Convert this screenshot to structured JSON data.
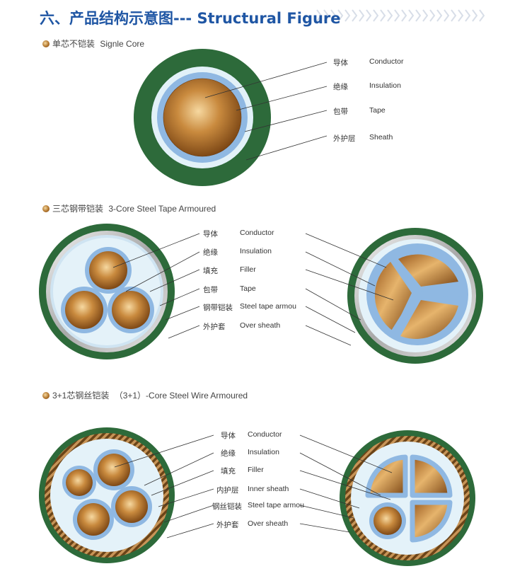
{
  "title": "六、产品结构示意图--- Structural Figure",
  "sections": [
    {
      "cn": "单芯不铠装",
      "en": "Signle Core",
      "labels": [
        {
          "cn": "导体",
          "en": "Conductor"
        },
        {
          "cn": "绝缘",
          "en": "Insulation"
        },
        {
          "cn": "包带",
          "en": "Tape"
        },
        {
          "cn": "外护层",
          "en": "Sheath"
        }
      ]
    },
    {
      "cn": "三芯钢带铠装",
      "en": "3-Core  Steel Tape Armoured",
      "labels": [
        {
          "cn": "导体",
          "en": "Conductor"
        },
        {
          "cn": "绝缘",
          "en": "Insulation"
        },
        {
          "cn": "填充",
          "en": "Filler"
        },
        {
          "cn": "包带",
          "en": "Tape"
        },
        {
          "cn": "钢带铠装",
          "en": "Steel tape armou"
        },
        {
          "cn": "外护套",
          "en": "Over sheath"
        }
      ]
    },
    {
      "cn": "3+1芯钢丝铠装",
      "en": "（3+1）-Core Steel Wire Armoured",
      "labels": [
        {
          "cn": "导体",
          "en": "Conductor"
        },
        {
          "cn": "绝缘",
          "en": "Insulation"
        },
        {
          "cn": "填充",
          "en": "Filler"
        },
        {
          "cn": "内护层",
          "en": "Inner sheath"
        },
        {
          "cn": "钢丝铠装",
          "en": "Steel tape armou"
        },
        {
          "cn": "外护套",
          "en": "Over sheath"
        }
      ]
    }
  ],
  "colors": {
    "title": "#1f56a4",
    "sheath": "#2d6a3a",
    "insulation": "#8fb8e2",
    "filler": "#e2f1f8",
    "copper_light": "#f2c886",
    "copper_dark": "#7a4514",
    "armour_wire": "#a9743a"
  }
}
